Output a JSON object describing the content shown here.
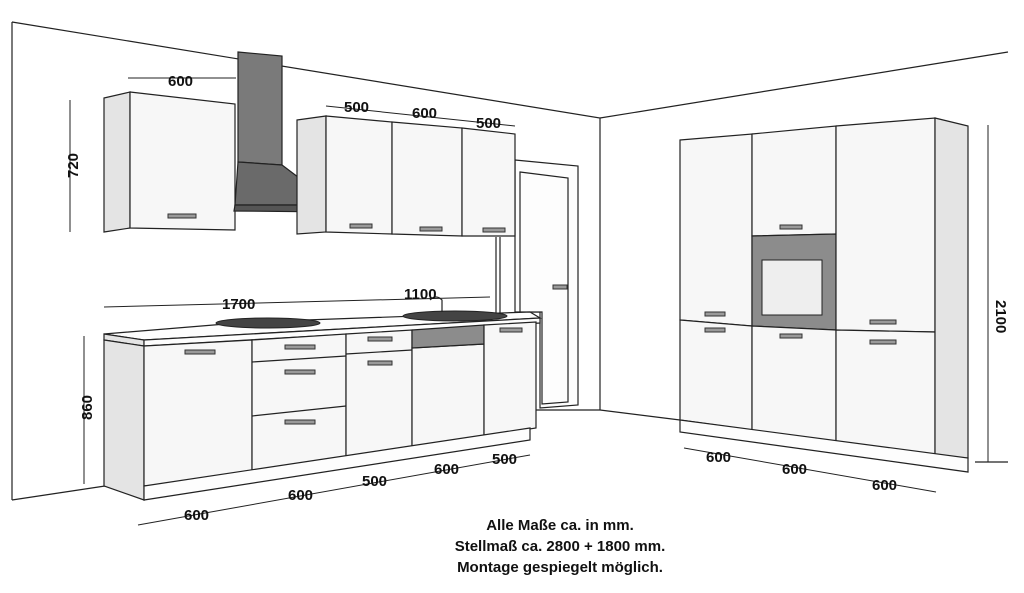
{
  "dimensions": {
    "wall_cabinet_left": "600",
    "wall_cabinet_height": "720",
    "wall_group_1": "500",
    "wall_group_2": "600",
    "wall_group_3": "500",
    "counter_length_1": "1700",
    "counter_length_2": "1100",
    "base_height": "860",
    "base_1": "600",
    "base_2": "600",
    "base_3": "500",
    "base_4": "600",
    "base_5": "500",
    "tall_1": "600",
    "tall_2": "600",
    "tall_3": "600",
    "tall_height": "2100"
  },
  "caption": {
    "line1": "Alle Maße ca. in mm.",
    "line2": "Stellmaß ca. 2800 + 1800 mm.",
    "line3": "Montage gespiegelt möglich."
  },
  "colors": {
    "line": "#222222",
    "appliance": "#8c8c8c",
    "hood": "#6e6e6e",
    "panel": "#f7f7f7"
  }
}
